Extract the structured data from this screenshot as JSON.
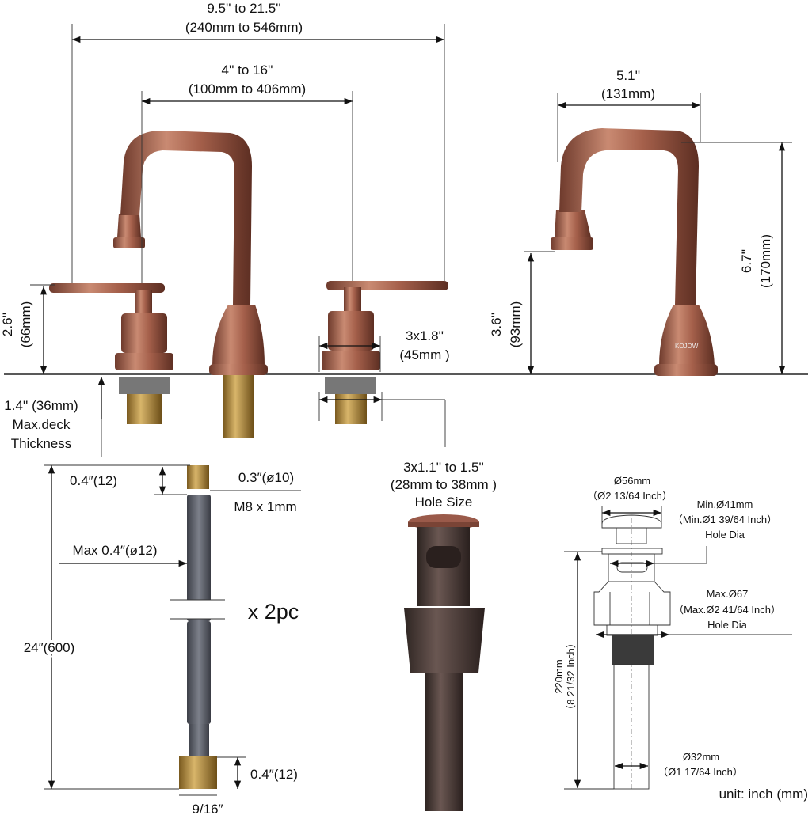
{
  "faucet": {
    "overall_width": {
      "inch": "9.5'' to 21.5''",
      "mm": "(240mm to 546mm)"
    },
    "center_spread": {
      "inch": "4'' to 16''",
      "mm": "(100mm to 406mm)"
    },
    "spout_reach": {
      "inch": "5.1''",
      "mm": "(131mm)"
    },
    "handle_height": {
      "inch": "2.6''",
      "mm": "(66mm)"
    },
    "spout_clearance": {
      "inch": "3.6''",
      "mm": "(93mm)"
    },
    "total_height": {
      "inch": "6.7''",
      "mm": "(170mm)"
    },
    "base_diameter": {
      "inch": "3x1.8''",
      "mm": "(45mm )"
    },
    "deck": {
      "line1": "1.4'' (36mm)",
      "line2": "Max.deck",
      "line3": "Thickness"
    },
    "hole": {
      "line1": "3x1.1'' to 1.5''",
      "line2": "(28mm to 38mm )",
      "line3": "Hole Size"
    },
    "brand_mark": "KOJOW"
  },
  "hose": {
    "top_nut": "0.4″(12)",
    "tip": "0.3″(ø10)",
    "thread": "M8 x 1mm",
    "max_dia": "Max 0.4″(ø12)",
    "quantity": "x 2pc",
    "length": "24″(600)",
    "bottom_nut": "0.4″(12)",
    "fitting": "9/16″"
  },
  "drain": {
    "cap": {
      "mm": "Ø56mm",
      "inch": "（Ø2 13/64 Inch）"
    },
    "min_hole": {
      "mm": "Min.Ø41mm",
      "inch": "（Min.Ø1 39/64 Inch）",
      "label": "Hole Dia"
    },
    "max_hole": {
      "mm": "Max.Ø67",
      "inch": "（Max.Ø2 41/64 Inch）",
      "label": "Hole Dia"
    },
    "height": {
      "mm": "220mm",
      "inch": "（8 21/32 Inch）"
    },
    "tail": {
      "mm": "Ø32mm",
      "inch": "（Ø1 17/64 Inch）"
    }
  },
  "unit_note": "unit: inch (mm)",
  "colors": {
    "copper": "#a8634f",
    "bronze": "#4a3a36",
    "hose": "#5a5d66",
    "brass": "#b8923e"
  }
}
